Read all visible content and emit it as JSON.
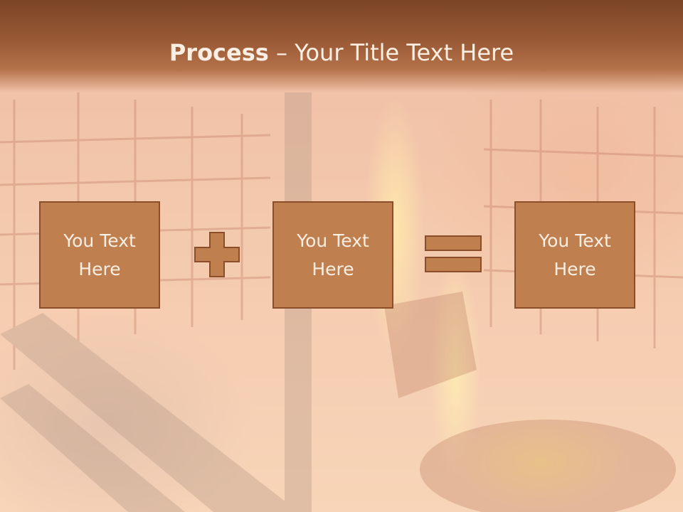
{
  "slide": {
    "title_bold": "Process",
    "title_rest": " – Your Title Text Here",
    "boxes": [
      {
        "text": "You Text Here"
      },
      {
        "text": "You Text Here"
      },
      {
        "text": "You Text Here"
      }
    ],
    "operators": [
      "plus-icon",
      "equals-icon"
    ]
  },
  "colors": {
    "title_bar": "#9a5a36",
    "box_fill": "#bf7f4f",
    "box_border": "#8a4f2a",
    "text_light": "#fbeee2"
  }
}
